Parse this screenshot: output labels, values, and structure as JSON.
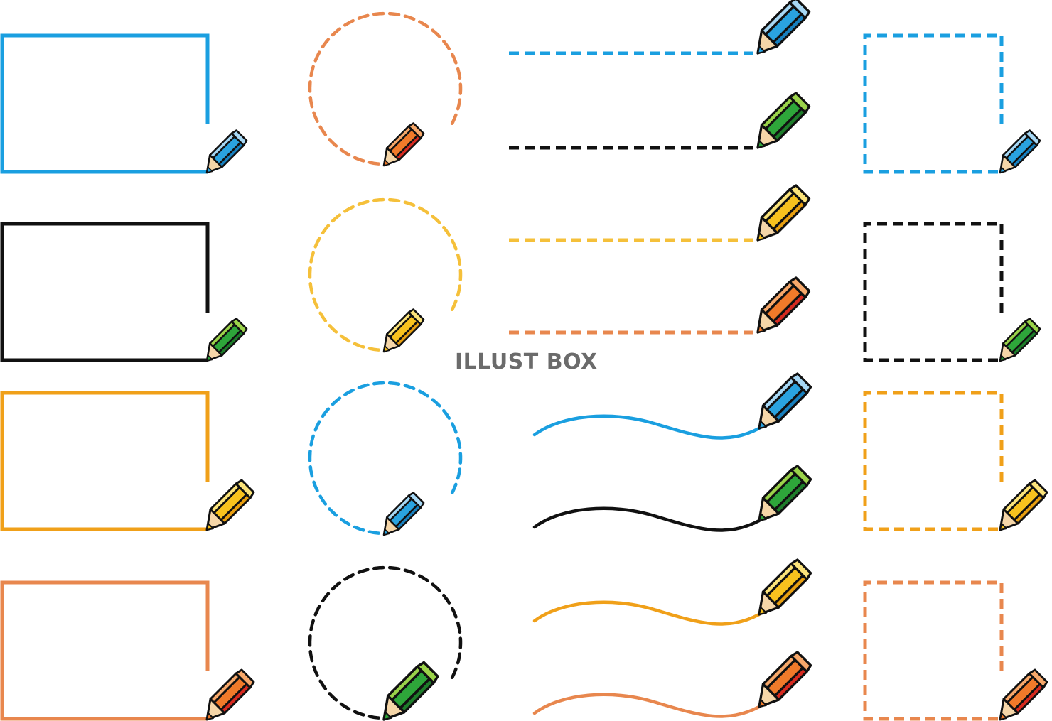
{
  "watermark": {
    "text": "ILLUST BOX"
  },
  "colors": {
    "blue": "#1a9fe0",
    "black": "#111111",
    "orange": "#f0a019",
    "salmon": "#e8874e",
    "yellow": "#f5c03a",
    "pencil_outline": "#111111",
    "pencil_wood": "#f5d6a8"
  },
  "pencil_palettes": {
    "blue": {
      "body": "#2aa3e0",
      "light": "#a7d8f5",
      "dark": "#1780bf"
    },
    "green": {
      "body": "#2ea63a",
      "light": "#9bd34a",
      "dark": "#1d7d2a"
    },
    "yellow": {
      "body": "#f8c21e",
      "light": "#fbe37a",
      "dark": "#e89f10"
    },
    "orange": {
      "body": "#f07a2a",
      "light": "#f7a86a",
      "dark": "#d62a20"
    }
  },
  "groups": {
    "solid_frames": [
      {
        "line_color": "salmon_placeholder"
      }
    ]
  },
  "items": {
    "solid_frames": [
      {
        "color": "blue",
        "pencil": "blue"
      },
      {
        "color": "black",
        "pencil": "green"
      },
      {
        "color": "orange",
        "pencil": "yellow"
      },
      {
        "color": "salmon",
        "pencil": "orange"
      }
    ],
    "dashed_circles": [
      {
        "color": "salmon",
        "pencil": "orange"
      },
      {
        "color": "yellow",
        "pencil": "yellow"
      },
      {
        "color": "blue",
        "pencil": "blue"
      },
      {
        "color": "black",
        "pencil": "green"
      }
    ],
    "dashed_lines": [
      {
        "color": "blue",
        "pencil": "blue"
      },
      {
        "color": "black",
        "pencil": "green"
      },
      {
        "color": "yellow",
        "pencil": "yellow"
      },
      {
        "color": "salmon",
        "pencil": "orange"
      }
    ],
    "wavy_lines": [
      {
        "color": "blue",
        "pencil": "blue"
      },
      {
        "color": "black",
        "pencil": "green"
      },
      {
        "color": "orange",
        "pencil": "yellow"
      },
      {
        "color": "salmon",
        "pencil": "orange"
      }
    ],
    "dashed_frames": [
      {
        "color": "blue",
        "pencil": "blue"
      },
      {
        "color": "black",
        "pencil": "green"
      },
      {
        "color": "orange",
        "pencil": "yellow"
      },
      {
        "color": "salmon",
        "pencil": "orange"
      }
    ]
  }
}
